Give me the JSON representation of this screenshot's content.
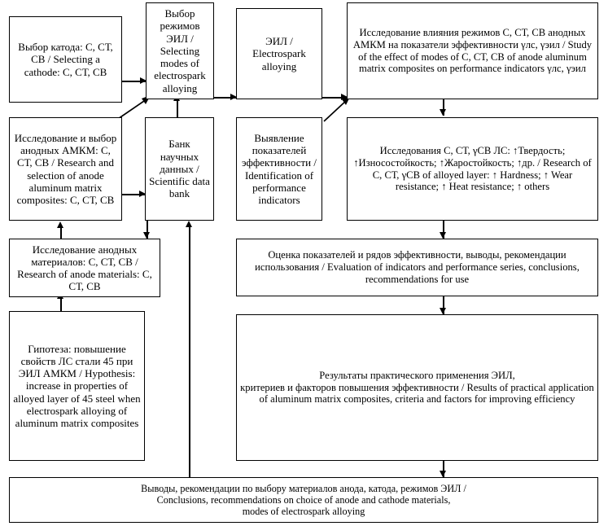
{
  "diagram": {
    "type": "flowchart",
    "title": "Research methodology flowchart for electrospark alloying with aluminum matrix composites",
    "language": "Russian / English bilingual",
    "box_border_color": "#000000",
    "background_color": "#ffffff",
    "text_color": "#000000",
    "nodes": {
      "cathode_selection": "Выбор катода: С, СТ, СВ / Selecting a cathode: С, СТ, СВ",
      "mode_selection": "Выбор режимов ЭИЛ / Selecting modes of electrospark alloying",
      "esa": "ЭИЛ / Electrospark alloying",
      "study_influence": "Исследование влияния режимов С, СТ, СВ анодных АМКМ на показатели эффективности γлс, γэил / Study of the effect of modes of  С, СТ, СВ of anode aluminum matrix composites on performance indicators γлс, γэил",
      "anode_amkm_research": "Исследование и выбор анодных АМКМ: С, СТ, СВ / Research and selection of anode aluminum matrix composites: С, СТ, СВ",
      "data_bank": "Банк научных данных / Scientific data bank",
      "performance_identification": "Выявление показателей эффективности / Identification of performance indicators",
      "alloyed_layer_research": "Исследования С, СТ, γСВ ЛС: ↑Твердость; ↑Износостойкость; ↑Жаростойкость; ↑др. / Research of С, СТ, γСВ of alloyed layer: ↑ Hardness; ↑ Wear resistance; ↑ Heat resistance; ↑ others",
      "anode_materials_research": "Исследование анодных материалов: С, СТ, СВ / Research of anode materials: С, СТ, СВ",
      "hypothesis": "Гипотеза: повышение свойств ЛС стали 45 при ЭИЛ АМКМ / Hypothesis: increase in properties of alloyed layer of 45 steel when electrospark alloying of aluminum matrix composites",
      "evaluation": "Оценка показателей и рядов эффективности, выводы, рекомендации использования / Evaluation of indicators and performance series, conclusions, recommendations for use",
      "practical_results": "Результаты практического применения ЭИЛ,\nкритериев и факторов повышения эффективности / Results of practical application of aluminum matrix composites, criteria and factors for improving efficiency",
      "conclusions": "Выводы, рекомендации по выбору материалов анода, катода, режимов ЭИЛ /\nConclusions, recommendations on choice of anode and cathode materials,\nmodes of  electrospark alloying"
    },
    "edges": [
      {
        "from": "cathode_selection",
        "to": "mode_selection",
        "style": "arrow-right"
      },
      {
        "from": "mode_selection",
        "to": "esa",
        "style": "arrow-right"
      },
      {
        "from": "esa",
        "to": "study_influence",
        "style": "arrow-right"
      },
      {
        "from": "anode_amkm_research",
        "to": "mode_selection",
        "style": "arrow-diagonal-up-right"
      },
      {
        "from": "data_bank",
        "to": "mode_selection",
        "style": "arrow-up"
      },
      {
        "from": "anode_amkm_research",
        "to": "data_bank",
        "style": "arrow-right"
      },
      {
        "from": "performance_identification",
        "to": "study_influence",
        "style": "arrow-diagonal-up-right"
      },
      {
        "from": "study_influence",
        "to": "alloyed_layer_research",
        "style": "arrow-down"
      },
      {
        "from": "alloyed_layer_research",
        "to": "evaluation",
        "style": "arrow-down"
      },
      {
        "from": "evaluation",
        "to": "practical_results",
        "style": "arrow-down"
      },
      {
        "from": "practical_results",
        "to": "conclusions",
        "style": "arrow-down"
      },
      {
        "from": "data_bank",
        "to": "anode_materials_research",
        "style": "arrow-down"
      },
      {
        "from": "anode_materials_research",
        "to": "anode_amkm_research",
        "style": "arrow-up"
      },
      {
        "from": "hypothesis",
        "to": "anode_materials_research",
        "style": "arrow-up"
      },
      {
        "from": "conclusions",
        "to": "data_bank",
        "style": "arrow-up-long"
      }
    ]
  }
}
